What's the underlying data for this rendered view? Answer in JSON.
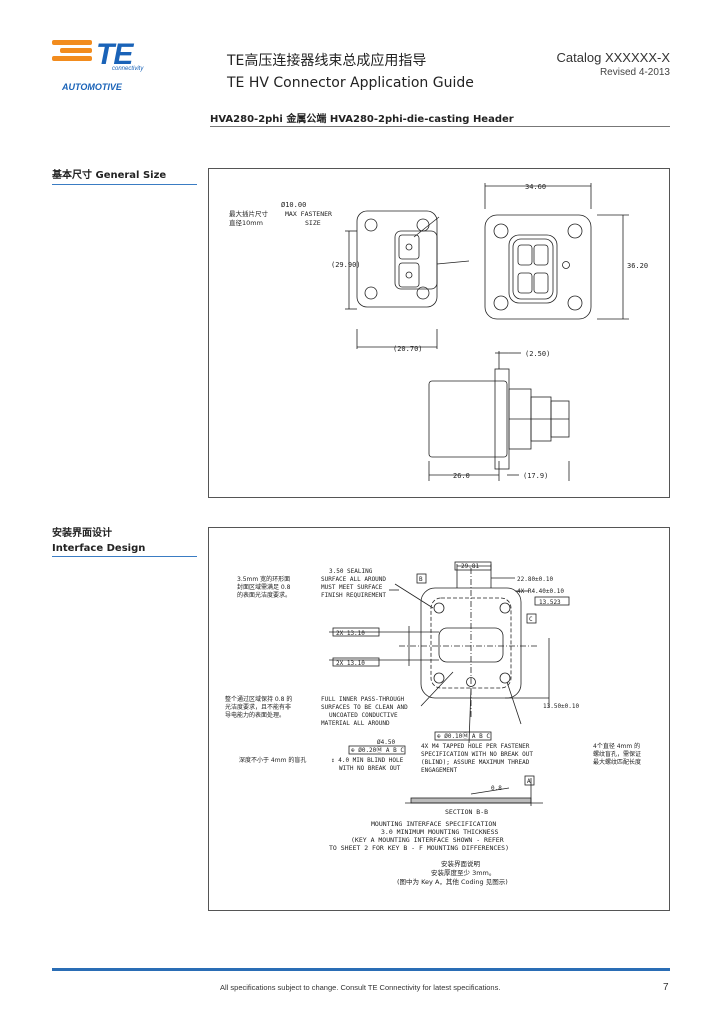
{
  "header": {
    "brand": "TE",
    "brand_sub": "connectivity",
    "division": "AUTOMOTIVE",
    "title_cn": "TE高压连接器线束总成应用指导",
    "title_en": "TE HV Connector Application Guide",
    "catalog": "Catalog XXXXXX-X",
    "revised": "Revised 4-2013"
  },
  "subtitle": "HVA280-2phi 金属公端 HVA280-2phi-die-casting Header",
  "sections": {
    "general_size": {
      "label_cn": "基本尺寸",
      "label_en": "General Size",
      "dims": {
        "d_max": "Ø10.00",
        "max_fastener_cn": "最大插片尺寸",
        "max_fastener_en": "MAX FASTENER",
        "size": "SIZE",
        "dia_cn": "直径10mm",
        "h_left": "(29.90)",
        "w_bottom": "(20.70)",
        "w_top": "34.60",
        "h_right": "36.20",
        "flange": "(2.50)",
        "len_a": "26.0",
        "len_b": "(17.9)"
      }
    },
    "interface_design": {
      "label_cn": "安装界面设计",
      "label_en": "Interface Design",
      "notes": {
        "n1_cn1": "3.5mm 宽的环形面",
        "n1_cn2": "封面区域需满足 0.8",
        "n1_cn3": "的表面光洁度要求。",
        "n1_en1": "3.50 SEALING",
        "n1_en2": "SURFACE ALL AROUND",
        "n1_en3": "MUST MEET SURFACE",
        "n1_en4": "FINISH REQUIREMENT",
        "box_b": "B",
        "dim_2981": "29.81",
        "dim_2280": "22.80±0.10",
        "dim_4x": "4X R4.40±0.10",
        "dim_13523": "13.523",
        "box_c": "C",
        "dim_2x1": "2X 13.10",
        "dim_2x2": "2X 13.10",
        "dim_1350": "13.50±0.10",
        "n2_cn1": "整个通过区域保持 0.8 的",
        "n2_cn2": "光洁度要求，且不能有非",
        "n2_cn3": "导电能力的表面处理。",
        "n2_en1": "FULL INNER PASS-THROUGH",
        "n2_en2": "SURFACES TO BE CLEAN AND",
        "n2_en3": "UNCOATED CONDUCTIVE",
        "n2_en4": "MATERIAL ALL AROUND",
        "dia_450": "Ø4.50",
        "fcf1": "⊕ Ø0.20Ⓜ A B C",
        "depth": "↧ 4.0 MIN BLIND HOLE",
        "no_break": "WITH NO BREAK OUT",
        "depth_cn": "深度不小于 4mm 的盲孔",
        "fcf2": "⊕ Ø0.10Ⓜ A B C",
        "tap1": "4X M4 TAPPED HOLE PER FASTENER",
        "tap2": "SPECIFICATION WITH NO BREAK OUT",
        "tap3": "(BLIND); ASSURE MAXIMUM THREAD",
        "tap4": "ENGAGEMENT",
        "tap_cn1": "4个直径 4mm 的",
        "tap_cn2": "螺纹盲孔，需保证",
        "tap_cn3": "最大螺纹匹配长度",
        "box_a": "A",
        "rough": "0.8",
        "section": "SECTION B-B",
        "spec1": "MOUNTING INTERFACE SPECIFICATION",
        "spec2": "3.0 MINIMUM MOUNTING THICKNESS",
        "spec3": "(KEY A MOUNTING INTERFACE SHOWN - REFER",
        "spec4": "TO SHEET 2 FOR KEY B - F MOUNTING DIFFERENCES)",
        "spec_cn1": "安装界面说明",
        "spec_cn2": "安装厚度至少 3mm。",
        "spec_cn3": "(图中为 Key A，其他 Coding 见图示)"
      }
    }
  },
  "footer": {
    "note": "All specifications subject to change. Consult TE Connectivity for latest specifications.",
    "page": "7"
  },
  "colors": {
    "brand_blue": "#1a63b8",
    "brand_orange": "#f28c1e",
    "rule_blue": "#2a6db5"
  }
}
